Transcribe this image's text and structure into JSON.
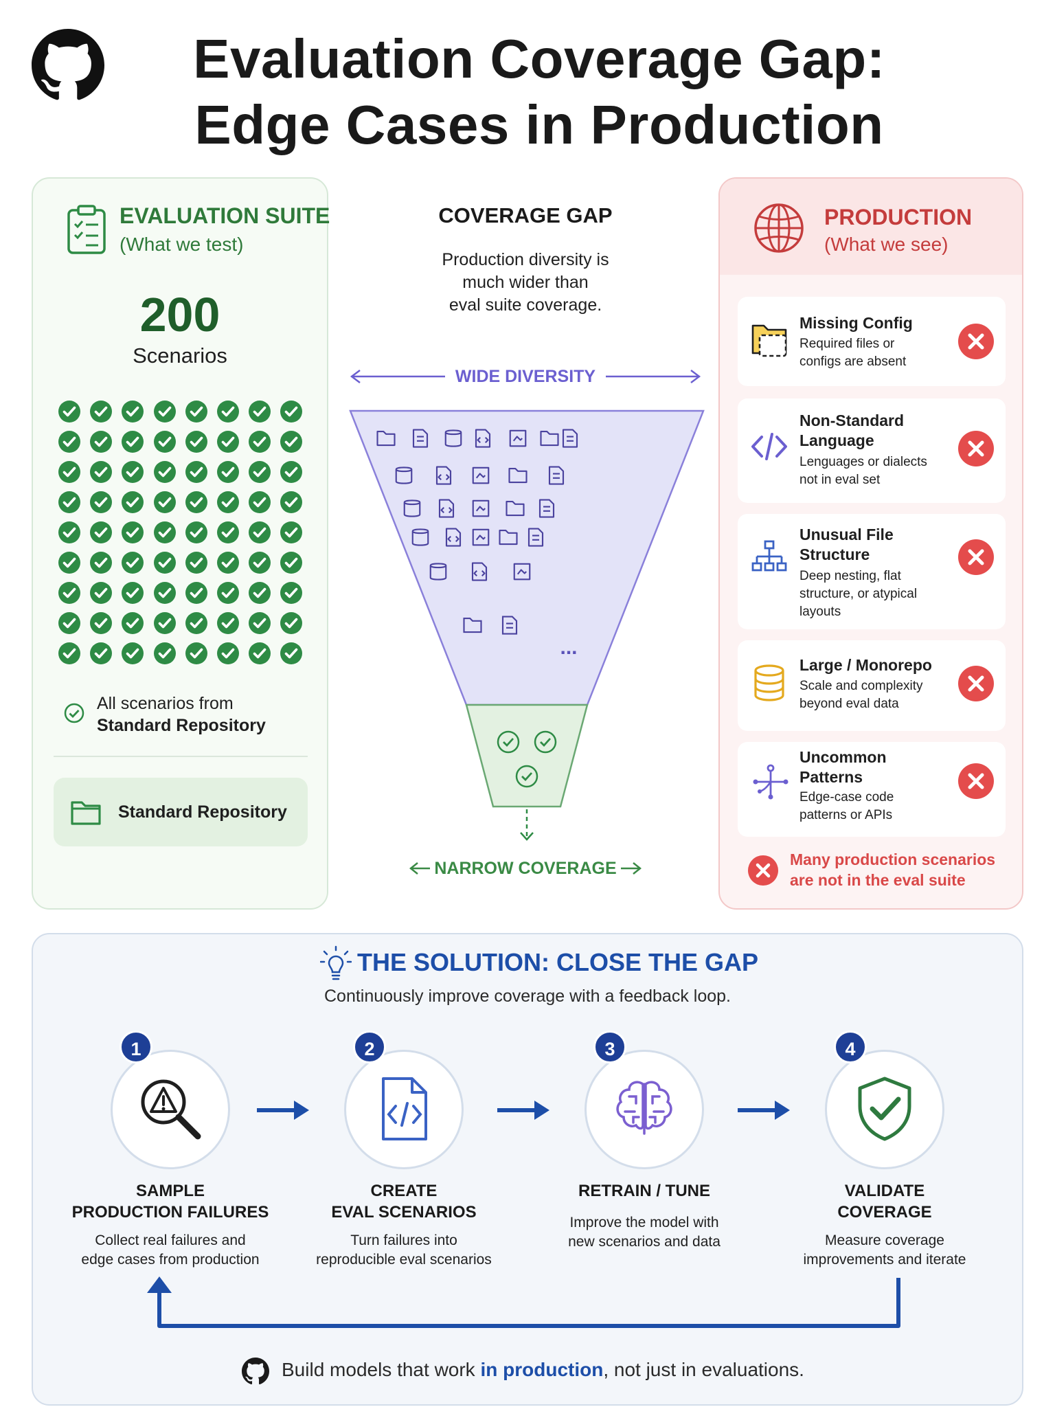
{
  "header": {
    "title_line1": "Evaluation Coverage Gap:",
    "title_line2": "Edge Cases in Production",
    "logo_icon": "github-icon"
  },
  "eval_suite": {
    "title": "EVALUATION SUITE",
    "subtitle": "(What we test)",
    "count": "200",
    "count_label": "Scenarios",
    "grid_rows": 9,
    "grid_cols": 8,
    "note_line1": "All scenarios from",
    "note_line2": "Standard Repository",
    "repo_label": "Standard Repository",
    "accent_color": "#2e8b45"
  },
  "coverage_gap": {
    "title": "COVERAGE GAP",
    "description_lines": [
      "Production diversity is",
      "much wider than",
      "eval suite coverage."
    ],
    "wide_label": "WIDE DIVERSITY",
    "narrow_label": "NARROW COVERAGE",
    "more_indicator": "...",
    "funnel_top_color": "#e3e3f8",
    "funnel_bottom_color": "#e3f1e1"
  },
  "production": {
    "title": "PRODUCTION",
    "subtitle": "(What we see)",
    "accent_color": "#c43c3c",
    "items": [
      {
        "title_lines": [
          "Missing Config"
        ],
        "desc_lines": [
          "Required files or",
          "configs are absent"
        ],
        "icon": "folder-missing-icon"
      },
      {
        "title_lines": [
          "Non-Standard",
          "Language"
        ],
        "desc_lines": [
          "Lenguages or dialects",
          "not in eval set"
        ],
        "icon": "code-icon"
      },
      {
        "title_lines": [
          "Unusual File",
          "Structure"
        ],
        "desc_lines": [
          "Deep nesting, flat",
          "structure, or atypical",
          "layouts"
        ],
        "icon": "hierarchy-icon"
      },
      {
        "title_lines": [
          "Large / Monorepo"
        ],
        "desc_lines": [
          "Scale and complexity",
          "beyond eval data"
        ],
        "icon": "database-icon"
      },
      {
        "title_lines": [
          "Uncommon",
          "Patterns"
        ],
        "desc_lines": [
          "Edge-case code",
          "patterns or APIs"
        ],
        "icon": "branch-icon"
      }
    ],
    "footer_lines": [
      "Many production scenarios",
      "are not in the eval suite"
    ]
  },
  "solution": {
    "title": "THE SOLUTION: CLOSE THE GAP",
    "subtitle": "Continuously improve coverage with a feedback loop.",
    "steps": [
      {
        "num": "1",
        "title_lines": [
          "SAMPLE",
          "PRODUCTION FAILURES"
        ],
        "desc_lines": [
          "Collect real failures and",
          "edge cases from production"
        ],
        "icon": "warning-search-icon"
      },
      {
        "num": "2",
        "title_lines": [
          "CREATE",
          "EVAL SCENARIOS"
        ],
        "desc_lines": [
          "Turn failures into",
          "reproducible eval scenarios"
        ],
        "icon": "code-file-icon"
      },
      {
        "num": "3",
        "title_lines": [
          "RETRAIN / TUNE"
        ],
        "desc_lines": [
          "Improve the model with",
          "new scenarios and data"
        ],
        "icon": "brain-icon"
      },
      {
        "num": "4",
        "title_lines": [
          "VALIDATE",
          "COVERAGE"
        ],
        "desc_lines": [
          "Measure coverage",
          "improvements and iterate"
        ],
        "icon": "shield-check-icon"
      }
    ],
    "bottom_prefix": "Build models that work ",
    "bottom_highlight": "in production",
    "bottom_suffix": ", not just in evaluations.",
    "primary_color": "#1d4ea8"
  }
}
